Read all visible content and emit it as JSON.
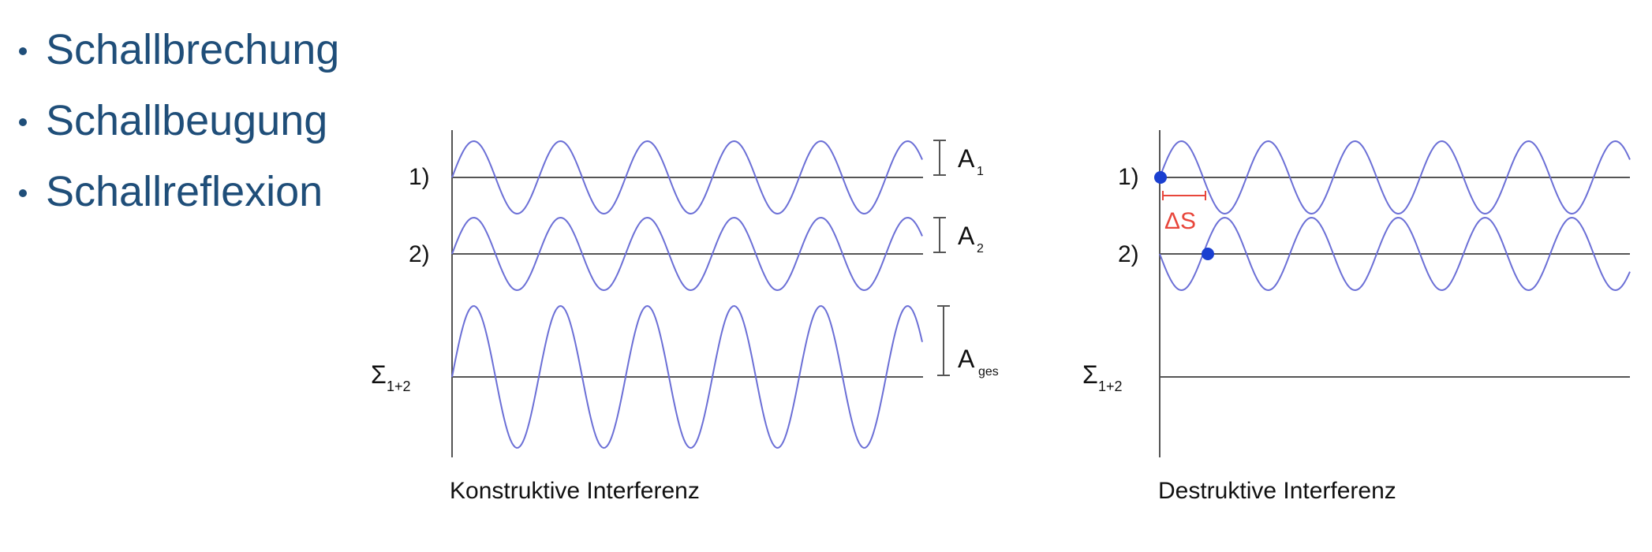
{
  "bullets": [
    "Schallbrechung",
    "Schallbeugung",
    "Schallreflexion"
  ],
  "constructive": {
    "caption": "Konstruktive Interferenz",
    "row1_label": "1)",
    "row2_label": "2)",
    "sum_symbol": "Σ",
    "sum_sub": "1+2",
    "a1_main": "A",
    "a1_sub": "1",
    "a2_main": "A",
    "a2_sub": "2",
    "ages_main": "A",
    "ages_sub": "ges"
  },
  "destructive": {
    "caption": "Destruktive Interferenz",
    "row1_label": "1)",
    "row2_label": "2)",
    "sum_symbol": "Σ",
    "sum_sub": "1+2",
    "delta_label": "ΔS"
  },
  "colors": {
    "text": "#1f4e79",
    "wave": "#6b6fd6",
    "axis": "#555555",
    "marker": "#1a3fd0",
    "delta": "#e8463b"
  }
}
